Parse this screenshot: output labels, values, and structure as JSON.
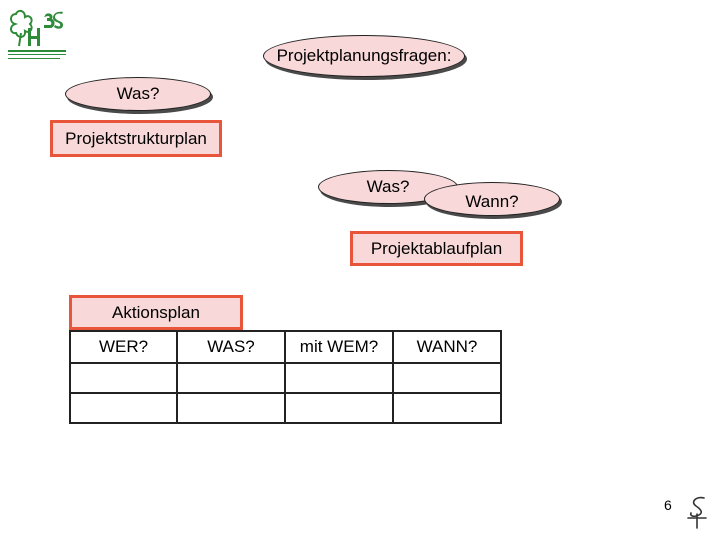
{
  "header": {
    "title": "Projektplanungsfragen:"
  },
  "nodes": {
    "was_1": "Was?",
    "projektstrukturplan": "Projektstrukturplan",
    "was_2": "Was?",
    "wann": "Wann?",
    "projektablaufplan": "Projektablaufplan",
    "aktionsplan": "Aktionsplan"
  },
  "aktionsplan_table": {
    "headers": [
      "WER?",
      "WAS?",
      "mit WEM?",
      "WANN?"
    ],
    "rows": [
      [
        "",
        "",
        "",
        ""
      ],
      [
        "",
        "",
        "",
        ""
      ]
    ]
  },
  "footer": {
    "page_number": "6"
  },
  "colors": {
    "fill": "#f8d8d8",
    "box_border": "#e8553a",
    "logo_green": "#2e8b3a"
  },
  "icons": {
    "logo": "hbs-clover-logo",
    "corner": "signature-mark-icon"
  }
}
